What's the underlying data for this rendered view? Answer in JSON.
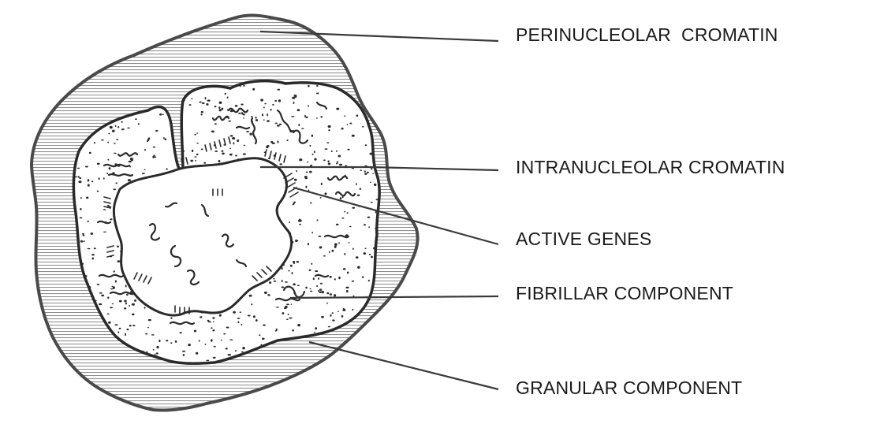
{
  "labels": {
    "perinucleolar": "PERINUCLEOLAR  CROMATIN",
    "intranucleolar": "INTRANUCLEOLAR CROMATIN",
    "active_genes": "ACTIVE GENES",
    "fibrillar": "FIBRILLAR COMPONENT",
    "granular": "GRANULAR COMPONENT"
  },
  "colors": {
    "ink": "#1a1a1a",
    "outline": "#4a4a4a",
    "hatch": "#7a7a7a",
    "background": "#ffffff"
  }
}
